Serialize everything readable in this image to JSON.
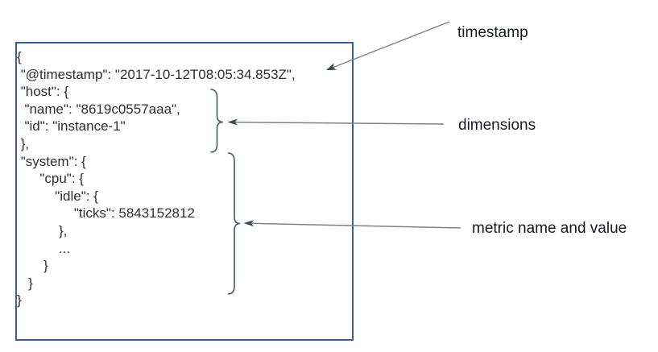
{
  "labels": {
    "timestamp": "timestamp",
    "dimensions": "dimensions",
    "metric": "metric name and value"
  },
  "document": {
    "lines": [
      "{",
      " \"@timestamp\": \"2017-10-12T08:05:34.853Z\",",
      " \"host\": {",
      "  \"name\": \"8619c0557aaa\",",
      "  \"id\": \"instance-1\"",
      " },",
      " \"system\": {",
      "      \"cpu\": {",
      "          \"idle\": {",
      "               \"ticks\": 5843152812",
      "           },",
      "           ...",
      "       }",
      "   }",
      "}"
    ]
  },
  "colors": {
    "box_border": "#3e5b9a",
    "code_text": "#2e2e2e",
    "label_text": "#16191f",
    "brace": "#4d5668",
    "arrow_line": "#7e838a",
    "arrow_head": "#3f4651"
  }
}
